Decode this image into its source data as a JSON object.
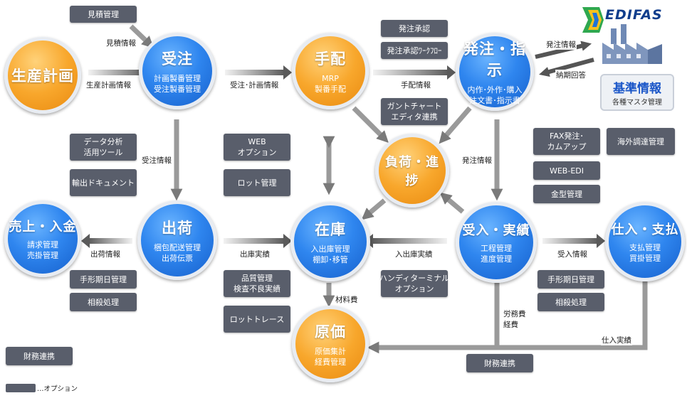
{
  "brand": {
    "logo_text": "EDIFAS"
  },
  "nodes": {
    "seisan": {
      "title": "生産計画",
      "sub": []
    },
    "juchu": {
      "title": "受注",
      "sub": [
        "計画製番管理",
        "受注製番管理"
      ]
    },
    "tehai": {
      "title": "手配",
      "sub": [
        "MRP",
        "製番手配"
      ]
    },
    "hacchu": {
      "title": "発注・指示",
      "sub": [
        "内作･外作･購入",
        "注文書･指示書"
      ]
    },
    "fuka": {
      "title": "負荷・進捗",
      "sub": []
    },
    "uriage": {
      "title": "売上・入金",
      "sub": [
        "請求管理",
        "売掛管理"
      ]
    },
    "shukka": {
      "title": "出荷",
      "sub": [
        "梱包配送管理",
        "出荷伝票"
      ]
    },
    "zaiko": {
      "title": "在庫",
      "sub": [
        "入出庫管理",
        "棚卸･移管"
      ]
    },
    "ukeire": {
      "title": "受入・実績",
      "sub": [
        "工程管理",
        "進度管理"
      ]
    },
    "shiire": {
      "title": "仕入・支払",
      "sub": [
        "支払管理",
        "買掛管理"
      ]
    },
    "genka": {
      "title": "原価",
      "sub": [
        "原価集計",
        "経費管理"
      ]
    }
  },
  "master": {
    "title": "基準情報",
    "sub": "各種マスタ管理"
  },
  "options": {
    "mitsumori": [
      "見積管理"
    ],
    "hacchu_shonin": [
      "発注承認"
    ],
    "hacchu_workflow": [
      "発注承認ﾜｰｸﾌﾛｰ"
    ],
    "gantt": [
      "ガントチャート",
      "エディタ連携"
    ],
    "data_bunseki": [
      "データ分析",
      "活用ツール"
    ],
    "yushutsu": [
      "輸出ドキュメント"
    ],
    "web_option": [
      "WEB",
      "オプション"
    ],
    "lot_kanri": [
      "ロット管理"
    ],
    "fax": [
      "FAX発注･",
      "カムアップ"
    ],
    "kaigai": [
      "海外調達管理"
    ],
    "web_edi": [
      "WEB-EDI"
    ],
    "kanagata": [
      "金型管理"
    ],
    "tegata_left": [
      "手形期日管理"
    ],
    "sosai_left": [
      "相殺処理"
    ],
    "hinshitsu": [
      "品質管理",
      "検査不良実績"
    ],
    "lot_trace": [
      "ロットトレース"
    ],
    "handy": [
      "ハンディターミナル",
      "オプション"
    ],
    "tegata_right": [
      "手形期日管理"
    ],
    "sosai_right": [
      "相殺処理"
    ],
    "zaimu_bottom": [
      "財務連携"
    ],
    "zaimu_left": [
      "財務連携"
    ]
  },
  "flow_labels": {
    "mitsumori_info": "見積情報",
    "seisan_keikaku_info": "生産計画情報",
    "juchu_keikaku_info": "受注･計画情報",
    "tehai_info": "手配情報",
    "hacchu_info_top": "発注情報",
    "nohin_kaito": "納期回答",
    "juchu_info": "受注情報",
    "hacchu_info": "発注情報",
    "shukka_info": "出荷情報",
    "shukko_jisseki": "出庫実績",
    "nyushukko_jisseki": "入出庫実績",
    "ukeire_info": "受入情報",
    "zairyohi": "材料費",
    "romuhi": "労務費",
    "keihi": "経費",
    "shiire_jisseki": "仕入実績"
  },
  "legend": {
    "text": "…オプション"
  }
}
